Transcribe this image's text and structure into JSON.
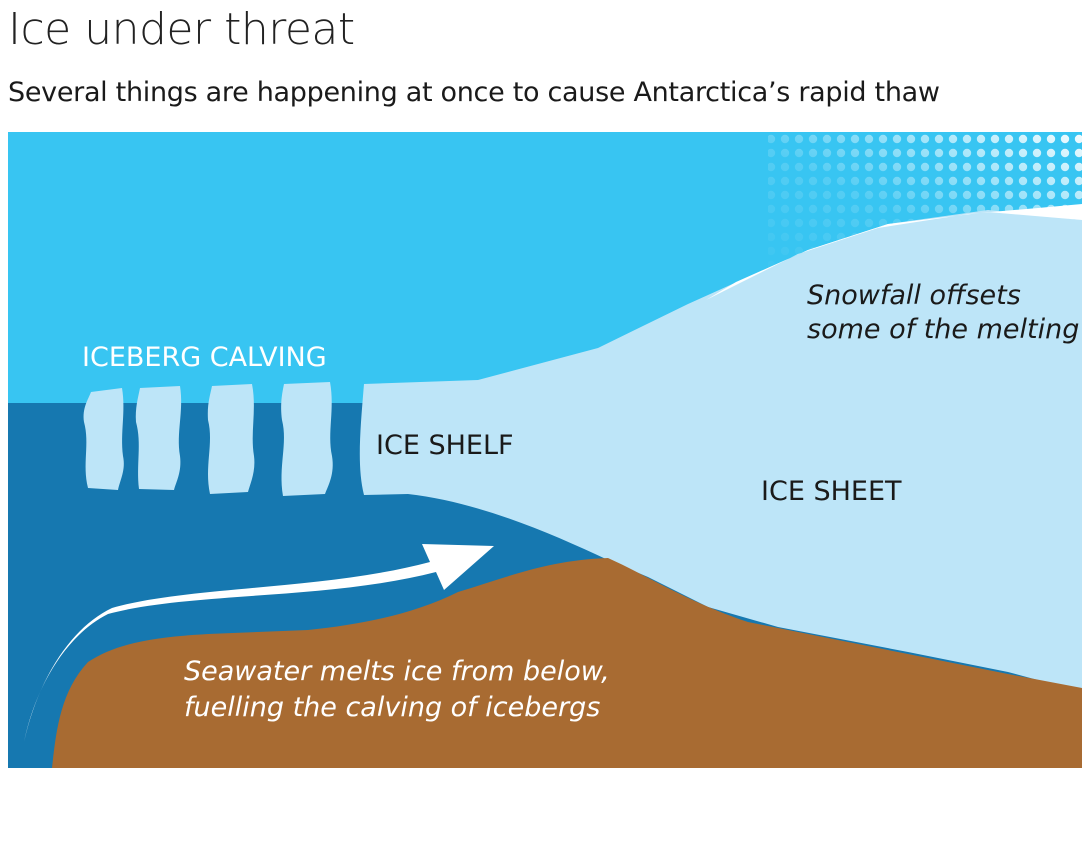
{
  "header": {
    "title": "Ice under threat",
    "subtitle": "Several things are happening at once to cause Antarctica’s rapid thaw"
  },
  "diagram": {
    "labels": {
      "iceberg_calving": "ICEBERG CALVING",
      "ice_shelf": "ICE SHELF",
      "ice_sheet": "ICE SHEET",
      "snowfall_line1": "Snowfall offsets",
      "snowfall_line2": "some of the melting",
      "seawater_line1": "Seawater melts ice from below,",
      "seawater_line2": "fuelling the calving of icebergs"
    },
    "colors": {
      "sky": "#38c5f2",
      "sea": "#1678b0",
      "ice": "#bde5f8",
      "bedrock": "#a86b32",
      "snow": "#ffffff"
    }
  }
}
